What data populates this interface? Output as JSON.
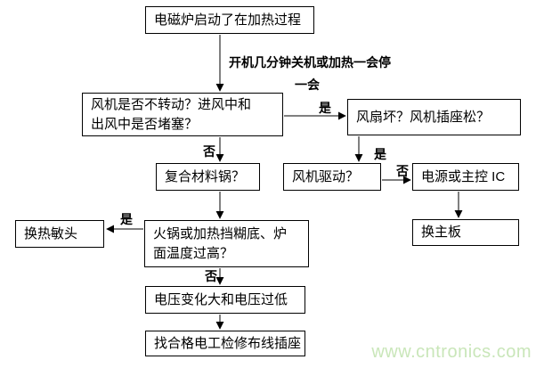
{
  "flowchart": {
    "nodes": {
      "start": {
        "line1": "电磁炉启动了在加热过程"
      },
      "fan_check": {
        "line1": "风机是否不转动？进风中和",
        "line2": "出风中是否堵塞？"
      },
      "fan_broken": {
        "line1": "风扇坏？风机插座松？"
      },
      "fan_drive": {
        "line1": "风机驱动？"
      },
      "power_ic": {
        "line1": "电源或主控 IC"
      },
      "replace_board": {
        "line1": "换主板"
      },
      "composite_pot": {
        "line1": "复合材料锅？"
      },
      "overheat": {
        "line1": "火锅或加热挡糊底、炉",
        "line2": "面温度过高？"
      },
      "thermal_head": {
        "line1": "换热敏头"
      },
      "voltage": {
        "line1": "电压变化大和电压过低"
      },
      "electrician": {
        "line1": "找合格电工检修布线插座"
      }
    },
    "edge_labels": {
      "fan_broken_yes": "是",
      "fan_drive_yes": "是",
      "thermal_yes": "是",
      "composite_no": "否",
      "power_no": "否",
      "voltage_no": "否"
    },
    "annotation": {
      "line1": "开机几分钟关机或加热一会停",
      "line2": "一会"
    },
    "watermark": "www.cntronics.com"
  },
  "colors": {
    "line": "#000000",
    "text": "#000000",
    "background": "#ffffff",
    "watermark": "#c9e6b9"
  }
}
